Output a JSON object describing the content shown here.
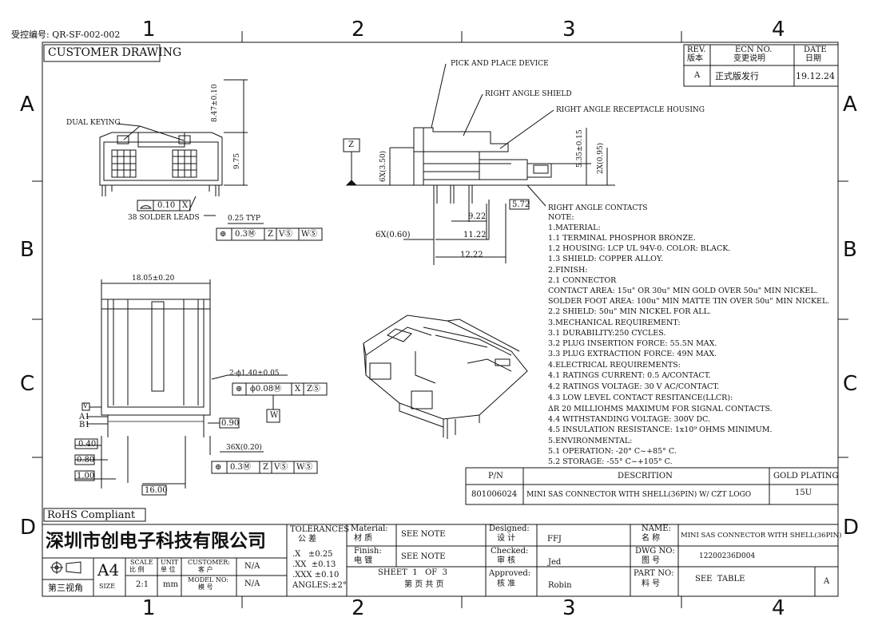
{
  "control_no": "受控编号: QR-SF-002-002",
  "title_box": "CUSTOMER DRAWING",
  "zones": {
    "top": [
      "1",
      "2",
      "3",
      "4"
    ],
    "bottom": [
      "1",
      "2",
      "3",
      "4"
    ],
    "left": [
      "A",
      "B",
      "C",
      "D"
    ],
    "right": [
      "A",
      "B",
      "C",
      "D"
    ]
  },
  "revision": {
    "h_rev": "REV.",
    "h_rev_cn": "版本",
    "h_ecn": "ECN NO.",
    "h_ecn_cn": "变更说明",
    "h_date": "DATE",
    "h_date_cn": "日期",
    "rev": "A",
    "ecn": "正式版发行",
    "date": "19.12.24"
  },
  "labels": {
    "dual_keying": "DUAL KEYING",
    "pick_place": "PICK AND PLACE DEVICE",
    "shield": "RIGHT ANGLE SHIELD",
    "housing": "RIGHT ANGLE RECEPTACLE HOUSING",
    "contacts": "RIGHT ANGLE CONTACTS",
    "solder_leads": "38 SOLDER LEADS",
    "dim_847": "8.47±0.10",
    "dim_975": "9.75",
    "flat": "0.10",
    "flat_ref": "X",
    "typ": "0.25 TYP",
    "fcf1": [
      "⊕",
      "0.3Ⓜ",
      "Z",
      "VⓈ",
      "WⓈ"
    ],
    "datum_z": "Z",
    "dim_6x350": "6X(3.50)",
    "dim_535": "5.35±0.15",
    "dim_2x095": "2X(0.95)",
    "dim_572": "5.72",
    "dim_922": "9.22",
    "dim_6x060": "6X(0.60)",
    "dim_1122": "11.22",
    "dim_1222": "12.22",
    "dim_1805": "18.05±0.20",
    "dim_hole": "2-ϕ1.40±0.05",
    "fcf2": [
      "⊕",
      "ϕ0.08Ⓜ",
      "X",
      "ZⓈ"
    ],
    "datum_w": "W",
    "datum_v": "V",
    "a1": "A1",
    "b1": "B1",
    "dim_090": "0.90",
    "dim_040": "0.40",
    "dim_080": "0.80",
    "dim_100": "1.00",
    "dim_36x": "36X(0.20)",
    "dim_1600": "16.00",
    "fcf3": [
      "⊕",
      "0.3Ⓜ",
      "Z",
      "VⓈ",
      "WⓈ"
    ]
  },
  "notes": [
    "NOTE:",
    "1.MATERIAL:",
    "  1.1 TERMINAL PHOSPHOR BRONZE.",
    "  1.2 HOUSING: LCP UL 94V-0. COLOR: BLACK.",
    "  1.3 SHIELD: COPPER ALLOY.",
    "2.FINISH:",
    "  2.1 CONNECTOR",
    "      CONTACT AREA: 15u\" OR 30u\" MIN GOLD OVER 50u\" MIN NICKEL.",
    "      SOLDER FOOT AREA: 100u\" MIN MATTE TIN OVER 50u\" MIN NICKEL.",
    "  2.2 SHIELD: 50u\" MIN NICKEL FOR ALL.",
    "3.MECHANICAL REQUIREMENT:",
    "  3.1 DURABILITY:250 CYCLES.",
    "  3.2 PLUG INSERTION FORCE: 55.5N MAX.",
    "  3.3 PLUG EXTRACTION FORCE: 49N MAX.",
    "4.ELECTRICAL REQUIREMENTS:",
    "  4.1 RATINGS CURRENT: 0.5 A/CONTACT.",
    "  4.2 RATINGS VOLTAGE: 30 V AC/CONTACT.",
    "  4.3 LOW LEVEL CONTACT RESITANCE(LLCR):",
    "        ΔR 20 MILLIOHMS MAXIMUM FOR SIGNAL CONTACTS.",
    "  4.4 WITHSTANDING VOLTAGE: 300V DC.",
    "  4.5 INSULATION RESISTANCE: 1x10⁹ OHMS MINIMUM.",
    "5.ENVIRONMENTAL:",
    "  5.1 OPERATION: -20° C~+85° C.",
    "  5.2 STORAGE:   -55° C~+105° C."
  ],
  "part_table": {
    "h_pn": "P/N",
    "h_desc": "DESCRITION",
    "h_gold": "GOLD PLATING",
    "pn": "801006024",
    "desc": "MINI SAS CONNECTOR WITH SHELL(36PIN) W/ CZT LOGO",
    "gold": "15U"
  },
  "rohs": "RoHS Compliant",
  "company": "深圳市创电子科技有限公司",
  "title_block": {
    "projection": "第三视角",
    "size_val": "A4",
    "size_label": "SIZE",
    "scale_label": "SCALE",
    "scale_cn": "比 例",
    "scale_val": "2:1",
    "unit_label": "UNIT",
    "unit_cn": "单 位",
    "unit_val": "mm",
    "customer_label": "CUSTOMER:",
    "customer_cn": "客 户",
    "customer_val": "N/A",
    "model_label": "MODEL NO:",
    "model_cn": "模 号",
    "model_val": "N/A",
    "tol_label": "TOLERANCES",
    "tol_cn": "公  差",
    "tol": [
      ".X   ±0.25",
      ".XX  ±0.13",
      ".XXX ±0.10",
      "ANGLES:±2°"
    ],
    "material_label": "Material:",
    "material_cn": "材  质",
    "material_val": "SEE NOTE",
    "finish_label": "Finish:",
    "finish_cn": "电  镀",
    "finish_val": "SEE NOTE",
    "sheet": "SHEET  1   OF  3",
    "sheet_cn": "第 页  共 页",
    "designed_label": "Designed:",
    "designed_cn": "设  计",
    "designed_val": "FFJ",
    "checked_label": "Checked:",
    "checked_cn": "审  核",
    "checked_val": "Jed",
    "approved_label": "Approved:",
    "approved_cn": "核  准",
    "approved_val": "Robin",
    "name_label": "NAME:",
    "name_cn": "名  称",
    "name_val": "MINI SAS CONNECTOR WITH SHELL(36PIN)",
    "dwg_label": "DWG NO:",
    "dwg_cn": "图  号",
    "dwg_val": "12200236D004",
    "partno_label": "PART NO:",
    "partno_cn": "料  号",
    "partno_val": "SEE  TABLE",
    "rev_val": "A"
  }
}
